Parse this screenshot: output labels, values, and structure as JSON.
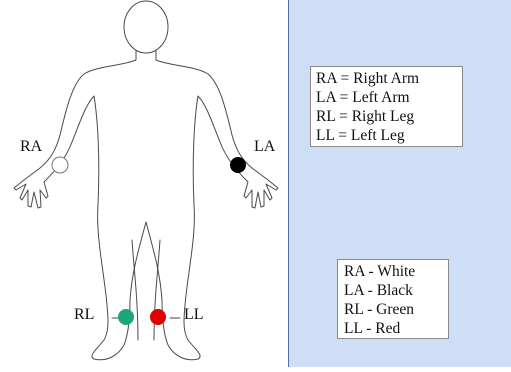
{
  "labels": {
    "ra": "RA",
    "la": "LA",
    "rl": "RL",
    "ll": "LL"
  },
  "abbreviations": [
    "RA = Right Arm",
    "LA = Left Arm",
    "RL = Right Leg",
    "LL = Left Leg"
  ],
  "color_codes": [
    "RA - White",
    "LA - Black",
    "RL - Green",
    "LL - Red"
  ],
  "electrode_colors": {
    "ra": "#ffffff",
    "la": "#000000",
    "rl": "#1aa67a",
    "ll": "#e00000"
  },
  "panel_color": "#cfdef7"
}
